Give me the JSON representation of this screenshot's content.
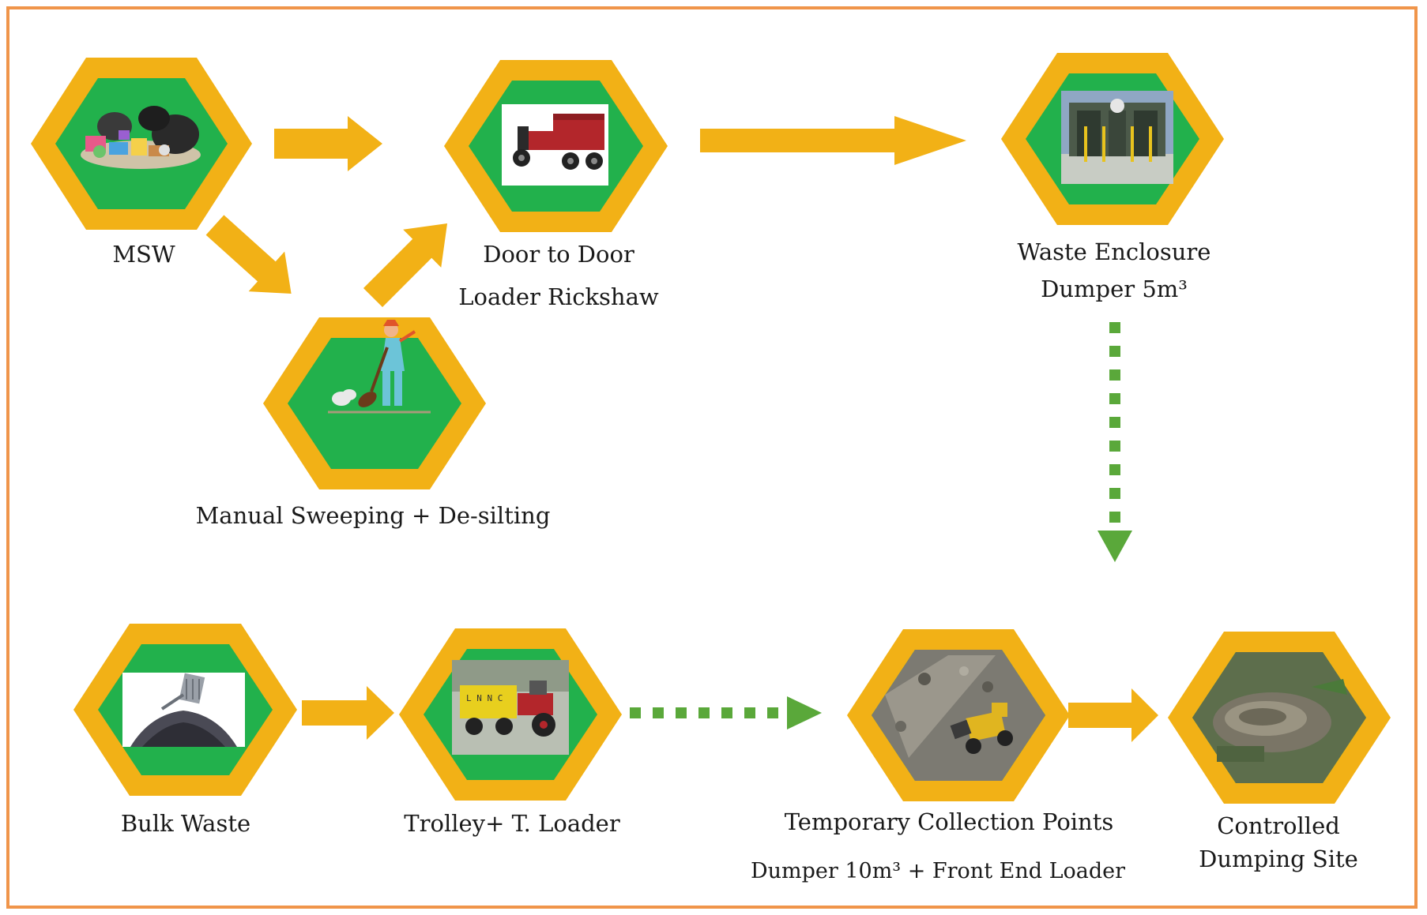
{
  "colors": {
    "frame": "#f0954a",
    "hex_outer": "#f2b116",
    "hex_inner": "#22b14c",
    "arrow_solid": "#f2b116",
    "arrow_dotted": "#5aa83a"
  },
  "nodes": {
    "msw": {
      "label": "MSW",
      "icon": "garbage-pile-icon"
    },
    "door": {
      "label_line1": "Door to Door",
      "label_line2": "Loader Rickshaw",
      "icon": "cargo-rickshaw-icon"
    },
    "sweep": {
      "label": "Manual Sweeping + De-silting",
      "icon": "sweeper-icon"
    },
    "enclosure": {
      "label_line1": "Waste Enclosure",
      "label_line2": "Dumper 5m³",
      "icon": "waste-enclosure-icon"
    },
    "bulk": {
      "label": "Bulk Waste",
      "icon": "bulk-waste-icon"
    },
    "trolley": {
      "label": "Trolley+ T. Loader",
      "icon": "tractor-trolley-icon"
    },
    "tcp": {
      "label_line1": "Temporary Collection Points",
      "label_line2": "Dumper 10m³ + Front End Loader",
      "icon": "front-loader-icon"
    },
    "dump": {
      "label_line1": "Controlled",
      "label_line2": "Dumping Site",
      "icon": "landfill-icon"
    }
  }
}
